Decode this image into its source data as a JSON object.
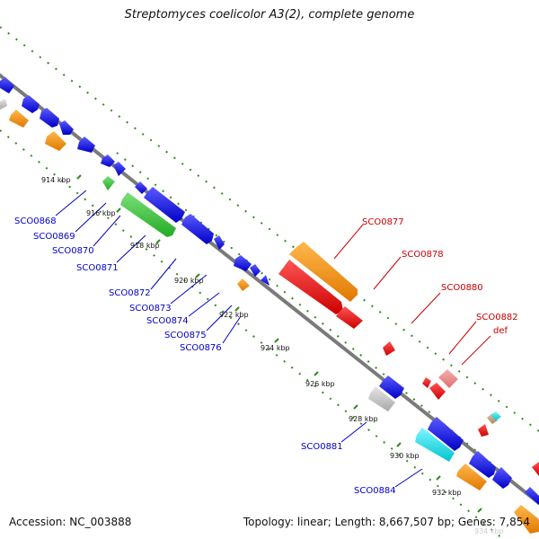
{
  "title": "Streptomyces coelicolor A3(2), complete genome",
  "footer": {
    "accession": "Accession: NC_003888",
    "summary": "Topology: linear; Length: 8,667,507 bp; Genes: 7,854"
  },
  "colors": {
    "backbone": "#808080",
    "tick": "#2e8b1e",
    "blue_gene": "#0000ee",
    "orange_gene": "#ff9900",
    "green_gene": "#33cc33",
    "red_gene": "#ee0000",
    "pink_gene": "#ee8888",
    "gray_gene": "#c8c8c8",
    "cyan_gene": "#00e5ee",
    "tan_gene": "#ccaa88",
    "gene_label_blue": "#0000cc",
    "gene_label_red": "#cc0000"
  },
  "kbp_labels": [
    "914 kbp",
    "916 kbp",
    "918 kbp",
    "920 kbp",
    "922 kbp",
    "924 kbp",
    "926 kbp",
    "928 kbp",
    "930 kbp",
    "932 kbp",
    "934 kbp"
  ],
  "gene_labels_left": [
    "SCO0868",
    "SCO0869",
    "SCO0870",
    "SCO0871",
    "SCO0872",
    "SCO0873",
    "SCO0874",
    "SCO0875",
    "SCO0876",
    "SCO0881",
    "SCO0884"
  ],
  "gene_labels_right": [
    "SCO0877",
    "SCO0878",
    "SCO0880",
    "SCO0882",
    "def"
  ]
}
